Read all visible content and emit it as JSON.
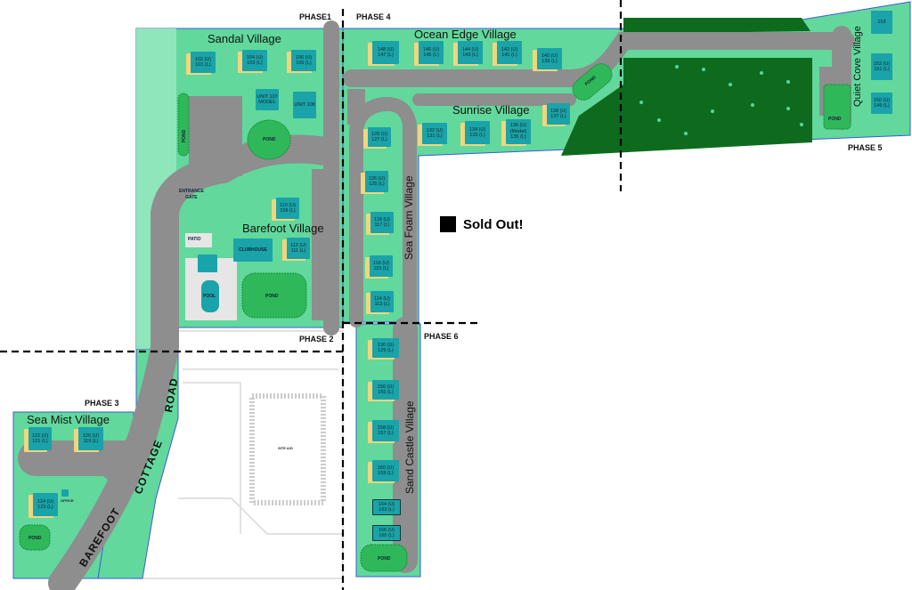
{
  "legend": {
    "label": "Sold Out!",
    "color": "#000000"
  },
  "colors": {
    "lawn": "#62d89c",
    "road": "#8e8e8e",
    "unit": "#1aa3a8",
    "garage": "#f2d57c",
    "pond": "#2fb85a",
    "preserve": "#0e6b1e",
    "boundary": "#3b5bd6"
  },
  "phases": [
    "PHASE1",
    "PHASE 4",
    "PHASE 5",
    "PHASE 2",
    "PHASE 6",
    "PHASE 3"
  ],
  "villages": {
    "sandal": {
      "name": "Sandal Village",
      "units": [
        "102 (U)\n101 (L)",
        "104 (U)\n103 (L)",
        "106 (U)\n105 (L)",
        "UNIT 107\nMODEL",
        "UNIT 108"
      ]
    },
    "ocean_edge": {
      "name": "Ocean Edge Village",
      "units": [
        "148 (U)\n147 (L)",
        "146 (U)\n145 (L)",
        "144 (U)\n143 (L)",
        "142 (U)\n141 (L)",
        "140 (U)\n139 (L)"
      ]
    },
    "sunrise": {
      "name": "Sunrise Village",
      "units": [
        "132 (U)\n131 (L)",
        "134 (U)\n133 (L)",
        "136 (U)\n(Model)\n135 (L)",
        "138 (U)\n137 (L)"
      ]
    },
    "quiet_cove": {
      "name": "Quiet Cove Village",
      "units": [
        "153",
        "152 (U)\n151 (L)",
        "150 (U)\n149 (L)"
      ]
    },
    "sea_foam": {
      "name": "Sea Foam Village",
      "units": [
        "128 (U)\n127 (L)",
        "126 (U)\n125 (L)",
        "118 (U)\n117 (L)",
        "116 (U)\n115 (L)",
        "114 (U)\n113 (L)"
      ]
    },
    "barefoot": {
      "name": "Barefoot Village",
      "units": [
        "110 (U)\n109 (L)",
        "112 (U)\n111 (L)"
      ]
    },
    "sand_castle": {
      "name": "Sand Castle Village",
      "units": [
        "130 (U)\n129 (L)",
        "156 (U)\n155 (L)",
        "158 (U)\n157 (L)",
        "160 (U)\n159 (L)",
        "164 (U)\n163 (L)",
        "166 (U)\n165 (L)"
      ]
    },
    "sea_mist": {
      "name": "Sea Mist Village",
      "units": [
        "122 (U)\n121 (L)",
        "120 (U)\n119 (L)",
        "124 (U)\n123 (L)"
      ]
    }
  },
  "amenities": {
    "clubhouse": "CLUBHOUSE",
    "patio": "PATIO",
    "pool": "POOL",
    "pond": "POND",
    "gate": "ENTRANCE\nGATE",
    "office": "OFFICE",
    "site": "SITE A/D"
  },
  "road": {
    "word1": "BAREFOOT",
    "word2": "COTTAGE",
    "word3": "ROAD"
  }
}
